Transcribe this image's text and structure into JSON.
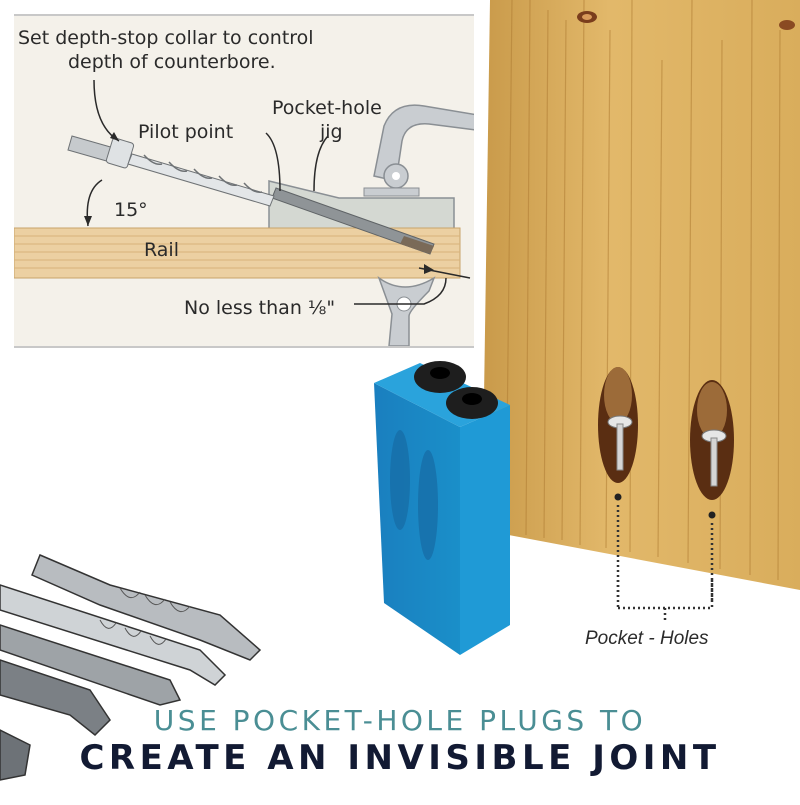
{
  "diagram": {
    "title_line1": "Set depth-stop collar to control",
    "title_line2": "depth of counterbore.",
    "pocket_hole_jig_line1": "Pocket-hole",
    "pocket_hole_jig_line2": "jig",
    "pilot_point": "Pilot point",
    "angle": "15°",
    "rail": "Rail",
    "min_distance": "No less than ⅛\""
  },
  "photo": {
    "pocket_holes_label": "Pocket - Holes"
  },
  "headline": {
    "line1": "USE POCKET-HOLE PLUGS TO",
    "line2": "CREATE AN INVISIBLE JOINT"
  },
  "colors": {
    "jig_blue": "#1a8fc9",
    "wood": "#d9ad5c",
    "subhead_teal": "#4a8e94",
    "headline_navy": "#121a33",
    "diagram_bg": "#f4f1ea"
  }
}
